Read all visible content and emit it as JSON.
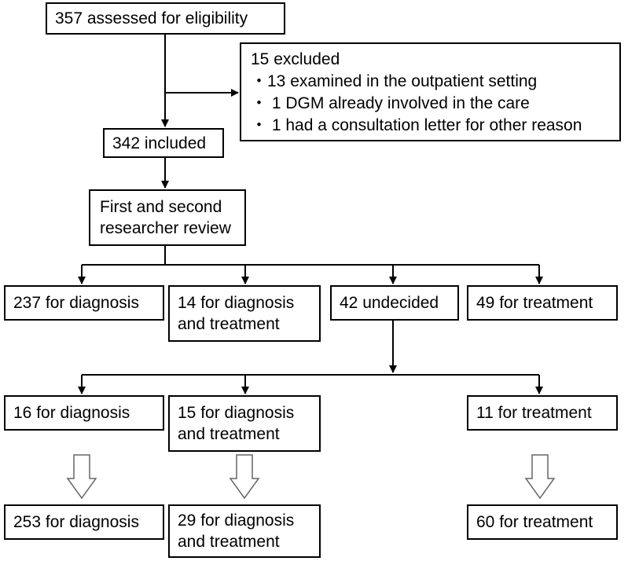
{
  "flow": {
    "assessed": "357 assessed for eligibility",
    "excluded": {
      "title": "15 excluded",
      "reasons": [
        "・13 examined in the outpatient setting",
        "・ 1 DGM already involved in the care",
        "・ 1 had a consultation letter for other reason"
      ]
    },
    "included": "342 included",
    "review": [
      "First and second",
      "researcher review"
    ],
    "first_review": {
      "diagnosis": "237 for diagnosis",
      "diagnosis_and_treatment": [
        "14 for diagnosis",
        "and treatment"
      ],
      "undecided": "42 undecided",
      "treatment": "49 for treatment"
    },
    "undecided_split": {
      "diagnosis": "16 for diagnosis",
      "diagnosis_and_treatment": [
        "15 for diagnosis",
        "and treatment"
      ],
      "treatment": "11 for treatment"
    },
    "final": {
      "diagnosis": "253 for diagnosis",
      "diagnosis_and_treatment": [
        "29 for diagnosis",
        "and treatment"
      ],
      "treatment": "60 for treatment"
    }
  }
}
